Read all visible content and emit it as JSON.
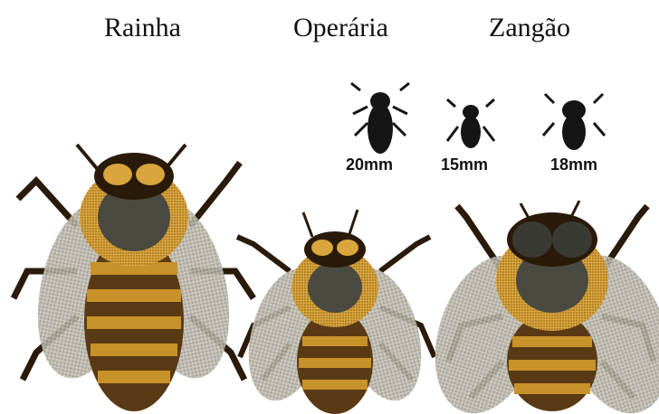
{
  "labels": {
    "queen": "Rainha",
    "worker": "Operária",
    "drone": "Zangão"
  },
  "sizes": {
    "queen": "20mm",
    "worker": "15mm",
    "drone": "18mm"
  },
  "colors": {
    "body_dark": "#2a1a0a",
    "body_gold": "#c8922a",
    "fuzz": "#e0b24a",
    "wing": "#b8b4a8",
    "thorax": "#4a4a40"
  }
}
